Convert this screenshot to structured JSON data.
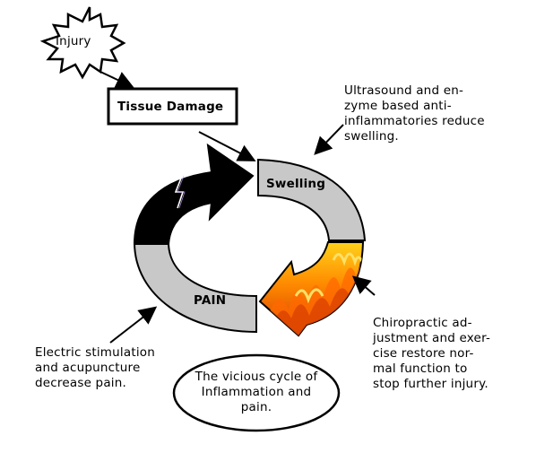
{
  "injury_label": "Injury",
  "tissue_label": "Tissue Damage",
  "swelling_label": "Swelling",
  "pain_label": "PAIN",
  "ultrasound_text": [
    "Ultrasound and en-",
    "zyme based anti-",
    "inflammatories reduce",
    "swelling."
  ],
  "chiro_text": [
    "Chiropractic ad-",
    "justment and exer-",
    "cise restore nor-",
    "mal  function to",
    "stop further injury."
  ],
  "electric_text": [
    "Electric stimulation",
    "and acupuncture",
    "decrease pain."
  ],
  "vicious_text": [
    "The vicious cycle of",
    "Inflammation and",
    "pain."
  ],
  "colors": {
    "band_gray": "#c6c6c6",
    "band_dark": "#000000",
    "fire_orange": "#ff6a00",
    "fire_yellow": "#ffd21a",
    "fire_red": "#d43a00"
  }
}
